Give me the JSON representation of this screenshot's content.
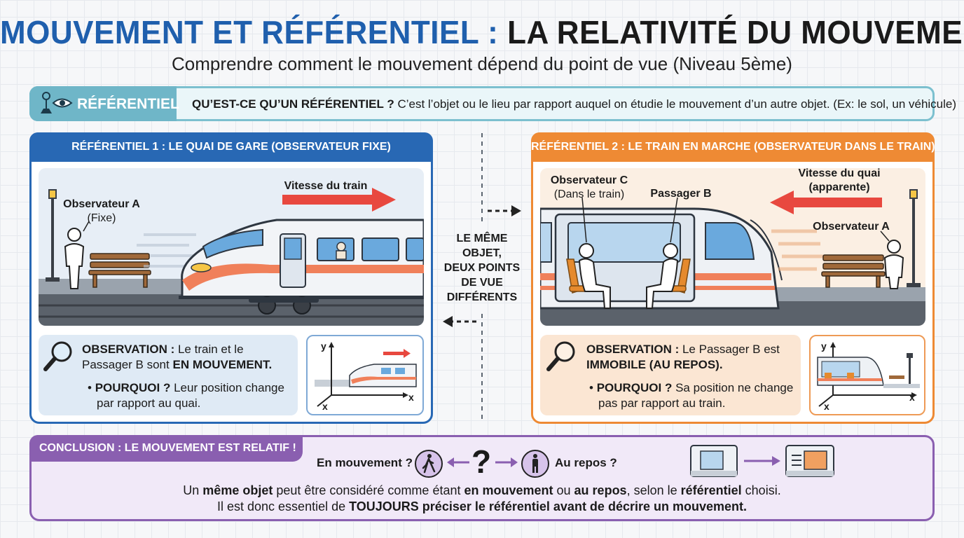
{
  "header": {
    "title_part1": "MOUVEMENT ET RÉFÉRENTIEL :",
    "title_part2": "LA RELATIVITÉ DU MOUVEMENT",
    "subtitle": "Comprendre comment le mouvement dépend du point de vue (Niveau 5ème)"
  },
  "definition": {
    "tag": "RÉFÉRENTIEL",
    "question": "QU’EST-CE QU’UN RÉFÉRENTIEL ?",
    "answer": "C’est l’objet ou le lieu par rapport auquel on étudie le mouvement d’un autre objet. (Ex: le sol, un véhicule)"
  },
  "panel1": {
    "title": "RÉFÉRENTIEL 1 : LE QUAI DE GARE (OBSERVATEUR FIXE)",
    "observer_name": "Observateur A",
    "observer_note": "(Fixe)",
    "speed_label": "Vitesse du train",
    "obs_label": "OBSERVATION :",
    "obs_text_1": "Le train et le",
    "obs_text_2": "Passager B sont",
    "obs_text_strong": "EN MOUVEMENT.",
    "why_label": "POURQUOI ?",
    "why_text_1": "Leur position change",
    "why_text_2": "par rapport au quai.",
    "axis_y": "y",
    "axis_x1": "x",
    "axis_x2": "x"
  },
  "middle": {
    "line1": "LE MÊME",
    "line2": "OBJET,",
    "line3": "DEUX POINTS",
    "line4": "DE VUE",
    "line5": "DIFFÉRENTS"
  },
  "panel2": {
    "title": "RÉFÉRENTIEL 2 : LE TRAIN EN MARCHE (OBSERVATEUR DANS LE TRAIN)",
    "observer_c": "Observateur C",
    "observer_c_note": "(Dans le train)",
    "passenger": "Passager B",
    "speed_label_1": "Vitesse du quai",
    "speed_label_2": "(apparente)",
    "observer_a": "Observateur A",
    "obs_label": "OBSERVATION :",
    "obs_text_1": "Le Passager B est",
    "obs_text_strong": "IMMOBILE (AU REPOS).",
    "why_label": "POURQUOI ?",
    "why_text_1": "Sa position ne change",
    "why_text_2": "pas par rapport au train.",
    "axis_y": "y",
    "axis_x1": "x",
    "axis_x2": "x"
  },
  "conclusion": {
    "tag": "CONCLUSION : LE MOUVEMENT EST RELATIF !",
    "moving_label": "En mouvement ?",
    "question_mark": "?",
    "rest_label": "Au repos ?",
    "l1_a": "Un ",
    "l1_b": "même objet",
    "l1_c": " peut être considéré comme étant ",
    "l1_d": "en mouvement",
    "l1_e": " ou ",
    "l1_f": "au repos",
    "l1_g": ", selon le ",
    "l1_h": "référentiel",
    "l1_i": " choisi.",
    "l2_a": "Il est donc essentiel de ",
    "l2_b": "TOUJOURS préciser le référentiel avant de décrire un mouvement."
  },
  "colors": {
    "blue": "#2868b4",
    "orange": "#ee8a34",
    "purple": "#8a5fb0",
    "teal": "#6fb6c8",
    "red_arrow": "#e8483f"
  }
}
